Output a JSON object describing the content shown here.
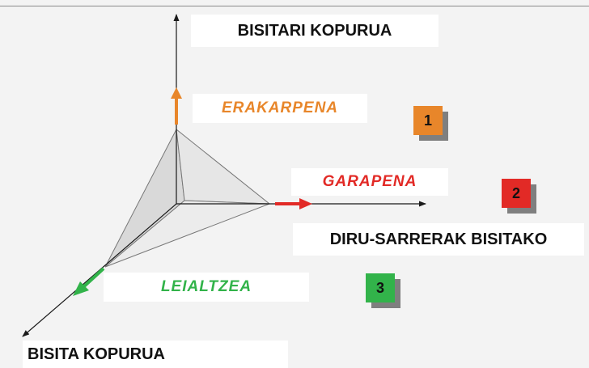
{
  "axes": {
    "vertical": "BISITARI KOPURUA",
    "horizontal": "DIRU-SARRERAK BISITAKO",
    "diagonal": "BISITA KOPURUA"
  },
  "stages": [
    {
      "label": "ERAKARPENA",
      "number": "1",
      "color": "#e8862a"
    },
    {
      "label": "GARAPENA",
      "number": "2",
      "color": "#e22a26"
    },
    {
      "label": "LEIALTZEA",
      "number": "3",
      "color": "#32b34a"
    }
  ],
  "colors": {
    "orange": "#e8862a",
    "red": "#e22a26",
    "green": "#32b34a",
    "pyramid_fill": "#dedede",
    "axis": "#1a1a1a"
  }
}
